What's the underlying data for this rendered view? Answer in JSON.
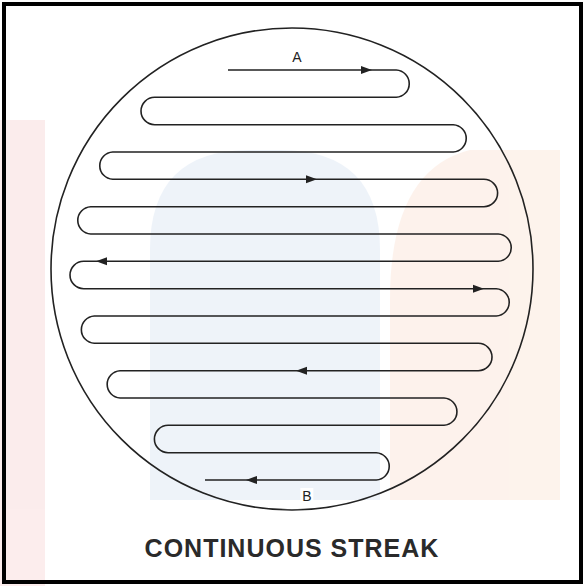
{
  "diagram": {
    "caption": "CONTINUOUS STREAK",
    "labels": [
      "A",
      "B"
    ]
  }
}
